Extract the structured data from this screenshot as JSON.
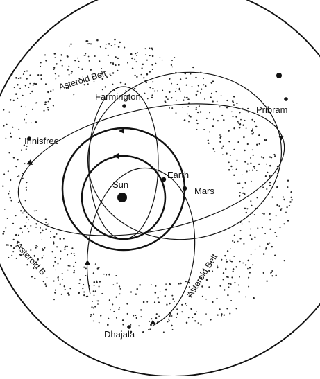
{
  "diagram": {
    "bodies": {
      "sun": "Sun",
      "earth": "Earth",
      "mars": "Mars"
    },
    "meteorites": {
      "farmington": "Farmington",
      "pribram": "Pribram",
      "innisfree": "Innisfree",
      "dhajala": "Dhajala"
    },
    "belt_labels": {
      "upper_left": "Asteroid Belt",
      "left": "Asteroid B",
      "lower_right": "Asteroid Belt"
    }
  }
}
